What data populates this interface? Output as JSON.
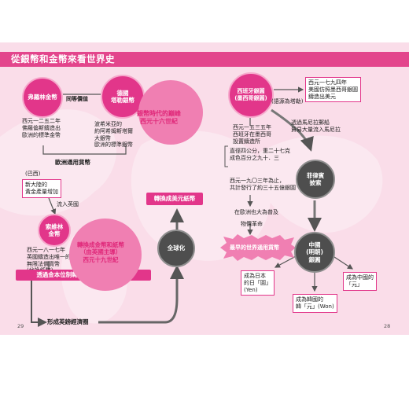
{
  "title": "從銀幣和金幣來看世界史",
  "left": {
    "florin": "弗羅林金幣",
    "thaler": "德國\n塔勒銀幣",
    "equal_value": "同等價值",
    "florin_desc": "西元一二五二年\n佛羅倫斯鑄造出\n歐洲的標準金幣",
    "thaler_desc": "波希米亞的\n約阿希姆斯塔爾\n大銀幣\n歐洲的標準銀幣",
    "euro_currency": "歐洲通用貨幣",
    "brazil": "(巴西)",
    "gold_increase": "新大陸的\n黃金產量增加",
    "flow_uk": "流入英國",
    "sovereign": "索維林\n金幣",
    "sovereign_desc": "西元一八一七年\n英國鑄造出唯一的\n無限法償貨幣\n(兌換紙幣)",
    "gold_standard": "透過金本位制轉換成紙幣(英鎊)體制",
    "pound_zone": "形成英鎊經濟圈",
    "page_num": "29"
  },
  "center": {
    "peak_title": "銀幣時代的巔峰\n西元十六世紀",
    "convert_usd": "轉換成美元紙幣",
    "globalization": "全球化",
    "century19": "轉換成金幣和紙幣\n（由英國主導）\n西元十九世紀"
  },
  "right": {
    "spain": "西班牙銀圓\n(墨西哥銀圓)",
    "origin": "(語源為塔勒)",
    "usd_box": "西元一七九四年\n美國仿照墨西哥銀圓\n鑄造出美元",
    "mexico_desc": "西元一五三五年\n西班牙在墨西哥\n設置鑄造所",
    "diameter": "直徑四公分，重二十七克\n成色百分之九十．三",
    "issued": "西元一九〇三年為止，\n共計發行了約三十五億銀圓",
    "europe_popular": "在歐洲也大為普及",
    "price_revolution": "物價革命",
    "earliest": "最早的世界通用貨幣",
    "manila": "透過馬尼拉郵船\n貿易大量流入馬尼拉",
    "philippine": "菲律賓\n披索",
    "china_yuan": "中國\n(明朝)\n銀圓",
    "japan_yen": "成為日本\n的日「圓」\n(Yen)",
    "china_yuan2": "成為中國的\n「元」",
    "korea_won": "成為韓國的\n韓「元」(Won)",
    "page_num": "28"
  },
  "colors": {
    "magenta": "#e2368a",
    "grey": "#4e4e4e",
    "background": "#fadde9"
  }
}
